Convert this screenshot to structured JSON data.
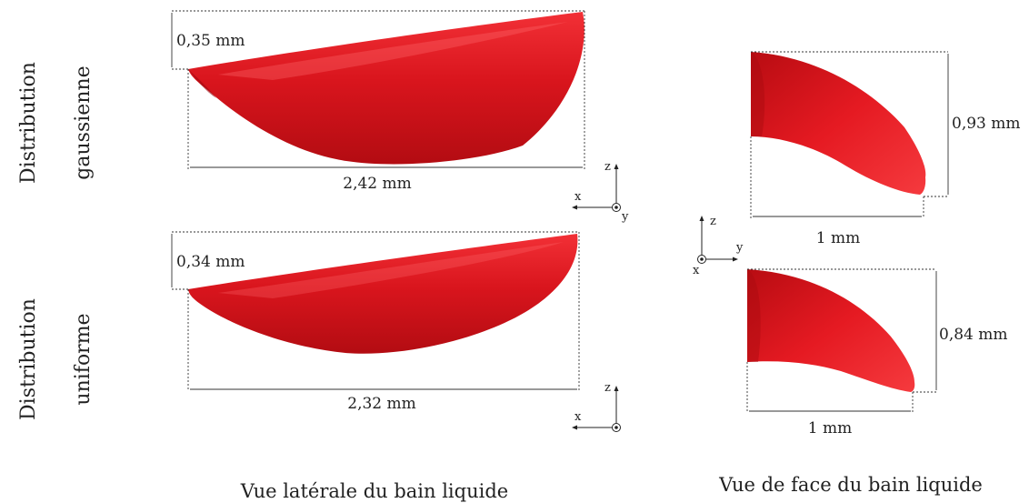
{
  "rows": [
    {
      "line1": "Distribution",
      "line2": "gaussienne"
    },
    {
      "line1": "Distribution",
      "line2": "uniforme"
    }
  ],
  "side_view": {
    "caption": "Vue latérale du bain liquide",
    "gaussian": {
      "depth": "0,35 mm",
      "length": "2,42 mm"
    },
    "uniform": {
      "depth": "0,34 mm",
      "length": "2,32 mm"
    }
  },
  "front_view": {
    "caption": "Vue de face du bain liquide",
    "gaussian": {
      "height": "0,93 mm",
      "width": "1 mm"
    },
    "uniform": {
      "height": "0,84 mm",
      "width": "1 mm"
    }
  },
  "axes": {
    "x": "x",
    "y": "y",
    "z": "z"
  },
  "colors": {
    "melt_pool": "#d8141c",
    "melt_pool_dark": "#a80a10",
    "melt_pool_light": "#f43a3e"
  }
}
